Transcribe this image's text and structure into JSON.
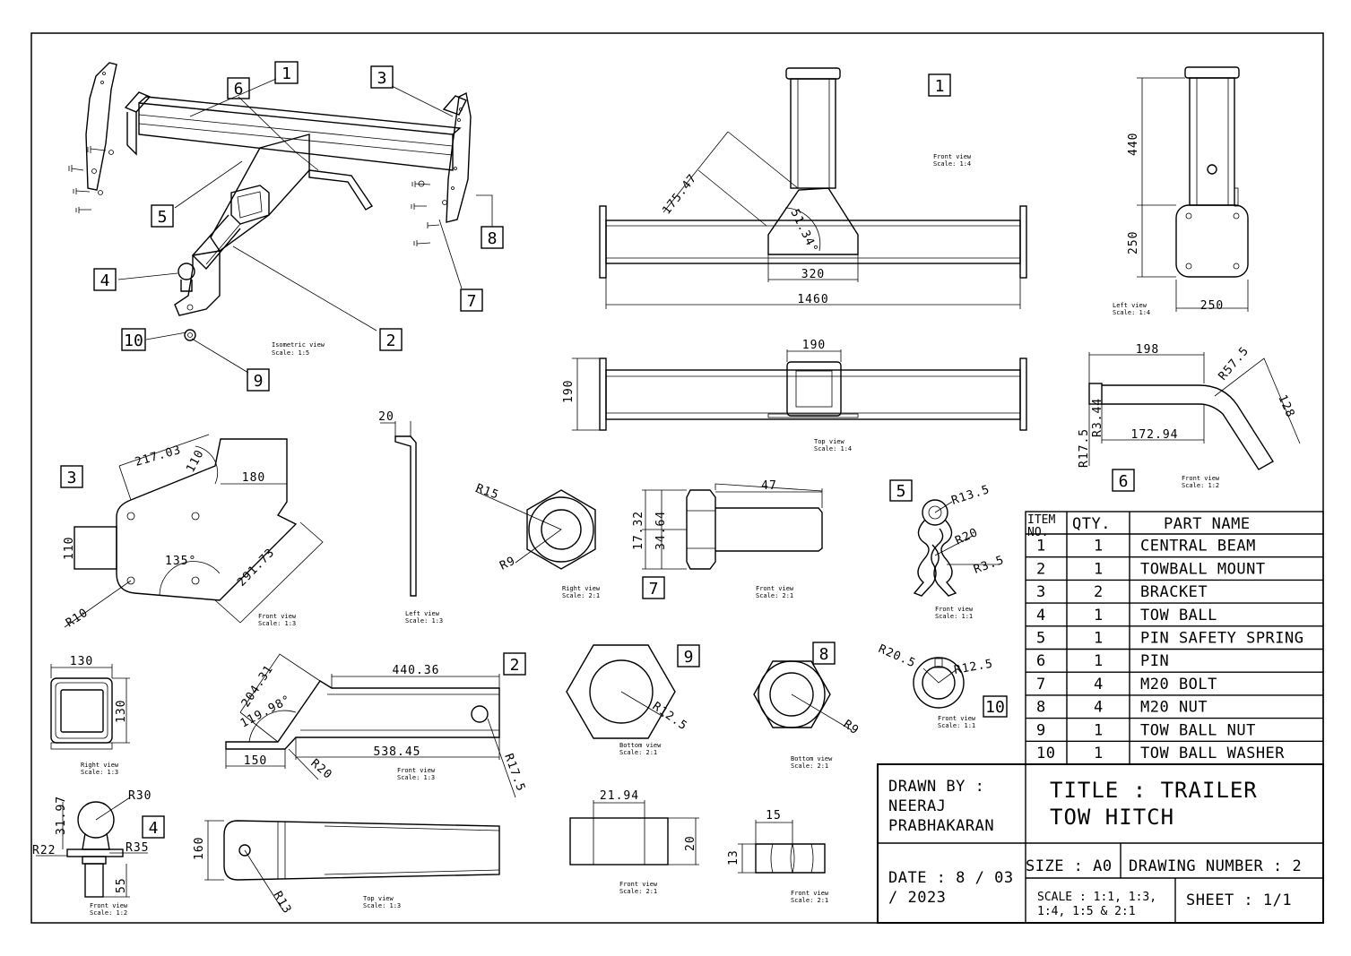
{
  "views": {
    "isometric": {
      "caption": "Isometric view",
      "scale": "Scale:  1:5",
      "balloons": [
        "1",
        "6",
        "3",
        "5",
        "8",
        "4",
        "7",
        "10",
        "2",
        "9"
      ]
    },
    "beam_front": {
      "caption": "Front view",
      "scale": "Scale:  1:4",
      "balloon": "1",
      "dims": {
        "d1": "175.47",
        "d2": "51.34°",
        "d3": "320",
        "d4": "1460"
      }
    },
    "beam_left": {
      "caption": "Left view",
      "scale": "Scale:  1:4",
      "dims": {
        "d1": "440",
        "d2": "250",
        "d3": "250"
      }
    },
    "beam_top": {
      "caption": "Top view",
      "scale": "Scale:  1:4",
      "dims": {
        "d1": "190",
        "d2": "190"
      }
    },
    "pin_front": {
      "caption": "Front view",
      "scale": "Scale:  1:2",
      "balloon": "6",
      "dims": {
        "d1": "198",
        "d2": "R57.5",
        "d3": "128",
        "d4": "R3.44",
        "d5": "R17.5",
        "d6": "172.94"
      }
    },
    "bracket_front": {
      "caption": "Front view",
      "scale": "Scale:  1:3",
      "balloon": "3",
      "dims": {
        "d1": "217.03",
        "d2": "110",
        "d3": "180",
        "d4": "110",
        "d5": "135°",
        "d6": "291.73",
        "d7": "R10"
      }
    },
    "bracket_left": {
      "caption": "Left view",
      "scale": "Scale:  1:3",
      "dims": {
        "d1": "20"
      }
    },
    "bolt_right": {
      "caption": "Right view",
      "scale": "Scale:  2:1",
      "dims": {
        "d1": "R15",
        "d2": "R9"
      }
    },
    "bolt_front": {
      "caption": "Front view",
      "scale": "Scale:  2:1",
      "balloon": "7",
      "dims": {
        "d1": "47",
        "d2": "17.32",
        "d3": "34.64"
      }
    },
    "spring_front": {
      "caption": "Front view",
      "scale": "Scale:  1:1",
      "balloon": "5",
      "dims": {
        "d1": "R13.5",
        "d2": "R20",
        "d3": "R3.5"
      }
    },
    "mount_right": {
      "caption": "Right view",
      "scale": "Scale:  1:3",
      "dims": {
        "d1": "130",
        "d2": "130"
      }
    },
    "mount_front": {
      "caption": "Front view",
      "scale": "Scale:  1:3",
      "balloon": "2",
      "dims": {
        "d1": "440.36",
        "d2": "204.31",
        "d3": "119.98°",
        "d4": "538.45",
        "d5": "150",
        "d6": "R20",
        "d7": "R17.5"
      }
    },
    "mount_top": {
      "caption": "Top view",
      "scale": "Scale:  1:3",
      "dims": {
        "d1": "160",
        "d2": "R13"
      }
    },
    "nut9_bottom": {
      "caption": "Bottom view",
      "scale": "Scale:  2:1",
      "balloon": "9",
      "dims": {
        "d1": "R12.5"
      }
    },
    "nut9_front": {
      "caption": "Front view",
      "scale": "Scale:  2:1",
      "dims": {
        "d1": "21.94",
        "d2": "20"
      }
    },
    "nut8_bottom": {
      "caption": "Bottom view",
      "scale": "Scale:  2:1",
      "balloon": "8",
      "dims": {
        "d1": "R9"
      }
    },
    "nut8_front": {
      "caption": "Front view",
      "scale": "Scale:  2:1",
      "dims": {
        "d1": "15",
        "d2": "13"
      }
    },
    "washer_front": {
      "caption": "Front view",
      "scale": "Scale:  1:1",
      "balloon": "10",
      "dims": {
        "d1": "R20.5",
        "d2": "R12.5"
      }
    },
    "ball_front": {
      "caption": "Front view",
      "scale": "Scale:  1:2",
      "balloon": "4",
      "dims": {
        "d1": "R30",
        "d2": "31.97",
        "d3": "R22",
        "d4": "R35",
        "d5": "55"
      }
    }
  },
  "bom": {
    "headers": {
      "item": "ITEM",
      "item2": "NO.",
      "qty": "QTY.",
      "name": "PART NAME"
    },
    "rows": [
      {
        "no": "1",
        "qty": "1",
        "name": "CENTRAL BEAM"
      },
      {
        "no": "2",
        "qty": "1",
        "name": "TOWBALL MOUNT"
      },
      {
        "no": "3",
        "qty": "2",
        "name": "BRACKET"
      },
      {
        "no": "4",
        "qty": "1",
        "name": "TOW BALL"
      },
      {
        "no": "5",
        "qty": "1",
        "name": "PIN SAFETY SPRING"
      },
      {
        "no": "6",
        "qty": "1",
        "name": "PIN"
      },
      {
        "no": "7",
        "qty": "4",
        "name": "M20 BOLT"
      },
      {
        "no": "8",
        "qty": "4",
        "name": "M20 NUT"
      },
      {
        "no": "9",
        "qty": "1",
        "name": "TOW BALL NUT"
      },
      {
        "no": "10",
        "qty": "1",
        "name": "TOW BALL WASHER"
      }
    ]
  },
  "title_block": {
    "drawn_by_label": "DRAWN BY :",
    "drawn_by_line1": "NEERAJ",
    "drawn_by_line2": "PRABHAKARAN",
    "title_line1": "TITLE : TRAILER",
    "title_line2": "TOW HITCH",
    "date_line1": "DATE : 8 / 03",
    "date_line2": "/ 2023",
    "size": "SIZE : A0",
    "drawing_number": "DRAWING NUMBER : 2",
    "scale_line1": "SCALE : 1:1, 1:3,",
    "scale_line2": "1:4, 1:5 & 2:1",
    "sheet": "SHEET : 1/1"
  }
}
